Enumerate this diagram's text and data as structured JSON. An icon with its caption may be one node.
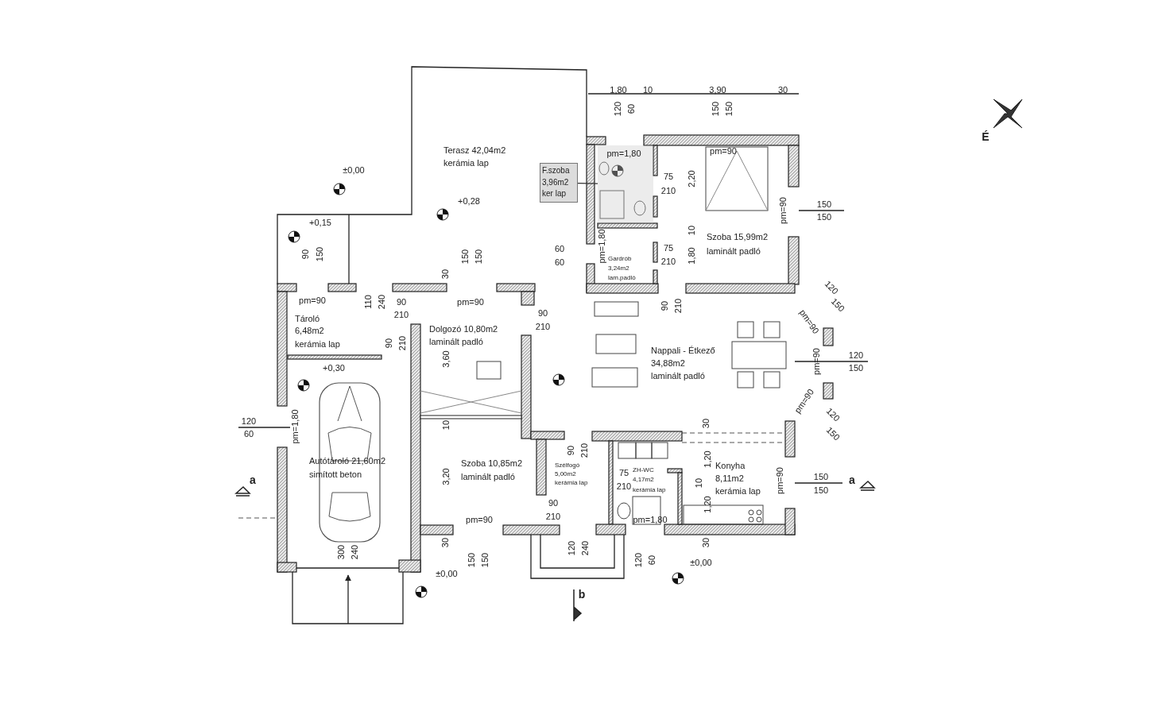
{
  "diagram": {
    "nodes": [
      {
        "text": [
          "F.szoba 3,96m2 ker lap"
        ]
      },
      {
        "text": [],
        "shape": "box"
      }
    ],
    "edges": [
      {
        "from": 0,
        "to": 1,
        "arrow": "none"
      }
    ],
    "labels": [
      "1,80",
      "10",
      "3,90",
      "30",
      "120",
      "60",
      "150",
      "150",
      "Terasz 42,04m2",
      "kerámia lap",
      "pm=1,80",
      "pm=90",
      "+0,15",
      "±0,00",
      "+0,28",
      "75",
      "210",
      "2,20",
      "pm=90",
      "150",
      "150",
      "90",
      "150",
      "30",
      "150",
      "150",
      "60",
      "60",
      "pm=1,80",
      "Gardrób",
      "3,24m2",
      "lam.padló",
      "75",
      "210",
      "10",
      "1,80",
      "Szoba 15,99m2",
      "laminált padló",
      "pm=90",
      "110",
      "240",
      "90",
      "210",
      "pm=90",
      "90",
      "210",
      "90",
      "210",
      "pm=90",
      "120",
      "150",
      "Tároló",
      "6,48m2",
      "kerámia lap",
      "+0,30",
      "90",
      "210",
      "Dolgozó 10,80m2",
      "laminált padló",
      "3,60",
      "Nappali - Étkező",
      "34,88m2",
      "laminált padló",
      "pm=90",
      "120",
      "150",
      "120",
      "60",
      "pm=1,80",
      "10",
      "30",
      "pm=90",
      "120",
      "150",
      "a",
      "Autótároló 21,60m2",
      "simított beton",
      "3,20",
      "Szoba 10,85m2",
      "laminált padló",
      "Szélfogó",
      "5,00m2",
      "kerámia lap",
      "90",
      "210",
      "75",
      "210",
      "ZH-WC",
      "4,17m2",
      "kerámia lap",
      "10",
      "1,20",
      "Konyha",
      "8,11m2",
      "kerámia lap",
      "pm=90",
      "150",
      "150",
      "a",
      "pm=90",
      "90",
      "210",
      "pm=1,80",
      "1,20",
      "300",
      "240",
      "30",
      "±0,00",
      "150",
      "150",
      "120",
      "240",
      "b",
      "120",
      "60",
      "±0,00",
      "30",
      "É"
    ]
  }
}
